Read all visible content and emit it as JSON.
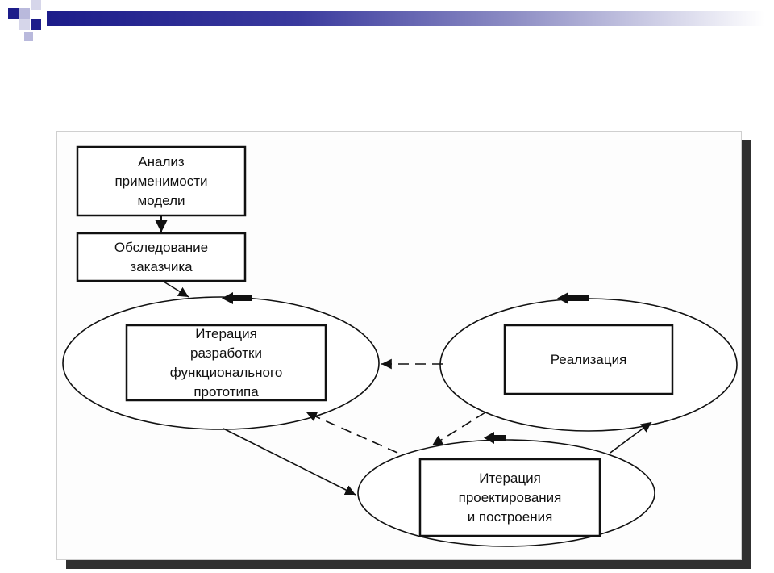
{
  "header": {
    "accent_dark": "#1c1c8a",
    "accent_light": "#8d8dc4",
    "logo_icon": "checkered-squares-icon"
  },
  "diagram": {
    "nodes": {
      "analysis": "Анализ\nприменимости\nмодели",
      "customer_survey": "Обследование\nзаказчика",
      "prototype_iteration": "Итерация\nразработки\nфункционального\nпрототипа",
      "implementation": "Реализация",
      "design_build_iteration": "Итерация\nпроектирования\nи построения"
    }
  }
}
